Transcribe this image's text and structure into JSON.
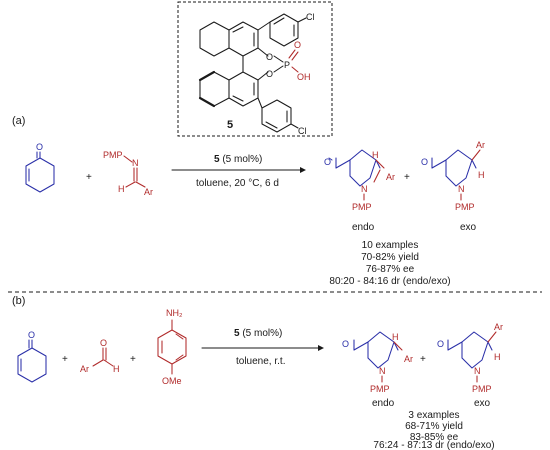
{
  "catalyst": {
    "number": "5",
    "substituent": "Cl",
    "p_atom": "P",
    "o_atom": "O",
    "oh": "OH"
  },
  "panel_a": {
    "label": "(a)",
    "imine_pmp": "PMP",
    "imine_n": "N",
    "imine_h": "H",
    "imine_ar": "Ar",
    "plus": "+",
    "arrow_above_bold": "5",
    "arrow_above_rest": " (5 mol%)",
    "arrow_below": "toluene, 20 °C, 6 d",
    "endo_label": "endo",
    "exo_label": "exo",
    "summary": [
      "10 examples",
      "70-82% yield",
      "76-87% ee",
      "80:20 - 84:16 dr (endo/exo)"
    ]
  },
  "panel_b": {
    "label": "(b)",
    "aldehyde_ar": "Ar",
    "aldehyde_h": "H",
    "aniline_nh2": "NH₂",
    "aniline_ome": "OMe",
    "plus": "+",
    "arrow_above_bold": "5",
    "arrow_above_rest": " (5 mol%)",
    "arrow_below": "toluene, r.t.",
    "endo_label": "endo",
    "exo_label": "exo",
    "summary": [
      "3 examples",
      "68-71% yield",
      "83-85% ee",
      "76:24 - 87:13 dr (endo/exo)"
    ]
  },
  "atoms": {
    "o": "O",
    "n": "N",
    "h": "H",
    "ar": "Ar",
    "pmp": "PMP"
  },
  "colors": {
    "ink": "#1a1a1a",
    "enone_blue": "#2a2fa8",
    "imine_red": "#b02a2a"
  }
}
